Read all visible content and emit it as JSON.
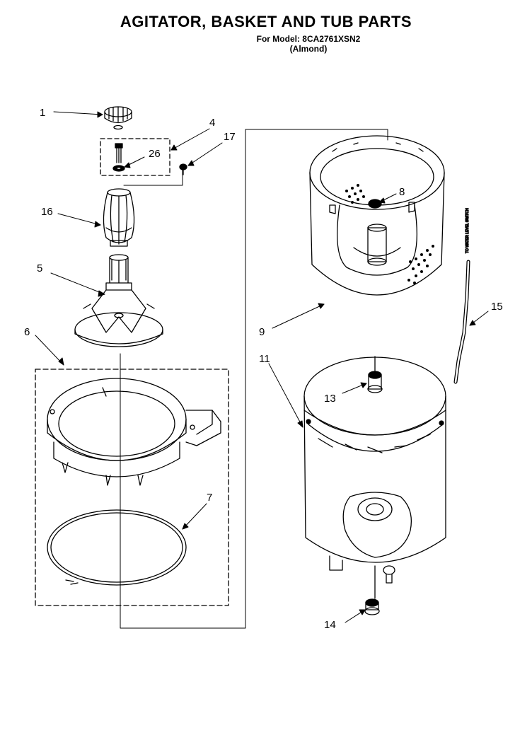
{
  "header": {
    "title": "AGITATOR, BASKET AND TUB PARTS",
    "model_line": "For Model: 8CA2761XSN2",
    "color_line": "(Almond)"
  },
  "callouts": {
    "c1": "1",
    "c4": "4",
    "c26": "26",
    "c17": "17",
    "c16": "16",
    "c5": "5",
    "c6": "6",
    "c7": "7",
    "c8": "8",
    "c9": "9",
    "c11": "11",
    "c13": "13",
    "c14": "14",
    "c15": "15"
  },
  "side_label": "TO WATER LEVEL SWITCH"
}
